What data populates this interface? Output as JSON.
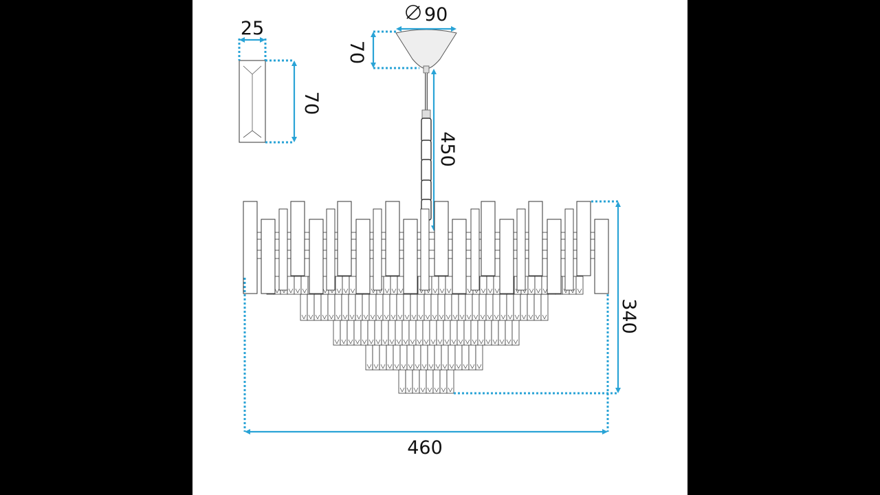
{
  "dimensions": {
    "crystal_width": "25",
    "crystal_height": "70",
    "canopy_diameter": "90",
    "canopy_height": "70",
    "chain_length": "450",
    "body_height": "340",
    "body_width": "460"
  },
  "symbols": {
    "diameter": "∅"
  },
  "colors": {
    "dimension": "#29a3d6",
    "outline": "#333333",
    "background": "#ffffff",
    "letterbox": "#000000"
  }
}
